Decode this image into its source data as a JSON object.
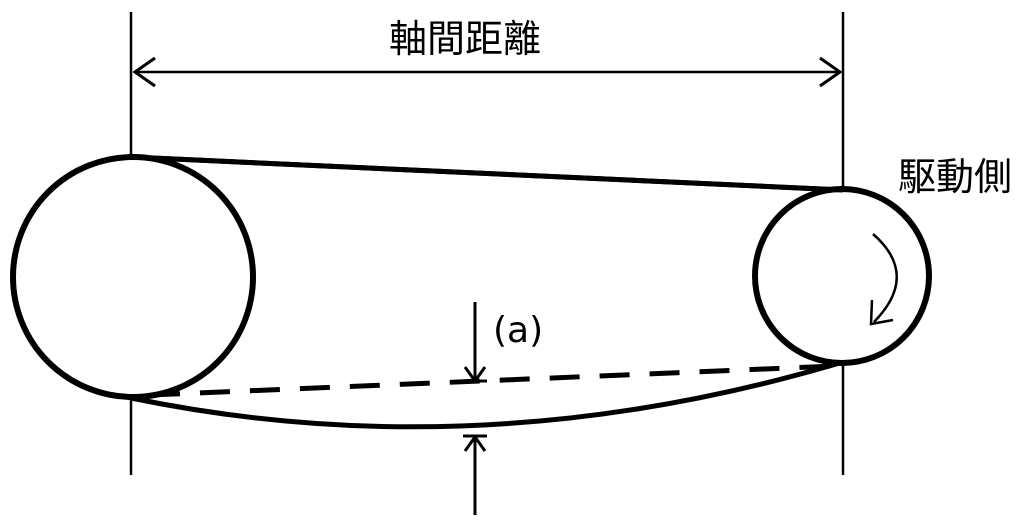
{
  "labels": {
    "center_distance": "軸間距離",
    "drive_side": "駆動側",
    "sag": "(a)"
  },
  "colors": {
    "stroke": "#000000",
    "pulley_fill": "#ffffff",
    "background": "#ffffff"
  },
  "icons": {
    "rotation": "clockwise-rotation-arrow-icon"
  }
}
